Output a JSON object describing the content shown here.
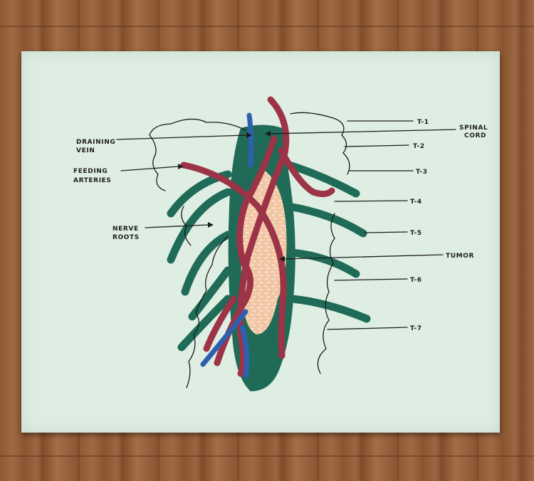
{
  "labels": {
    "draining_vein": [
      "DRAINING",
      "VEIN"
    ],
    "feeding_arteries": [
      "FEEDING",
      "ARTERIES"
    ],
    "nerve_roots": [
      "NERVE",
      "ROOTS"
    ],
    "spinal_cord": [
      "SPINAL",
      "CORD"
    ],
    "tumor": "TUMOR"
  },
  "levels": [
    "T-1",
    "T-2",
    "T-3",
    "T-4",
    "T-5",
    "T-6",
    "T-7"
  ],
  "colors": {
    "canvas": "#dfeee3",
    "spinal_cord": "#1f6b57",
    "artery": "#9c3347",
    "vein": "#2f5fb0",
    "tumor": "#f2c6a4"
  }
}
